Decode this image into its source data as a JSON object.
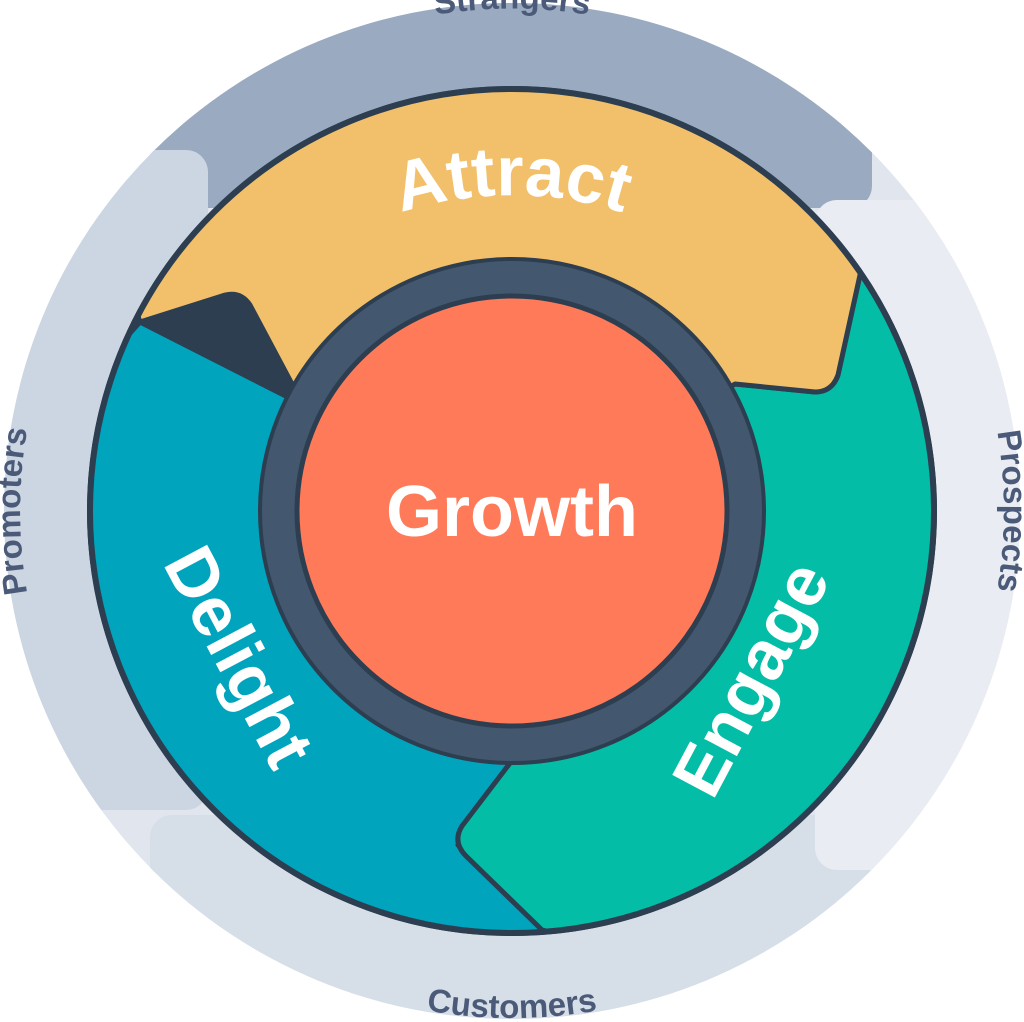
{
  "diagram": {
    "outer_labels": {
      "strangers": "Strangers",
      "prospects": "Prospects",
      "customers": "Customers",
      "promoters": "Promoters"
    },
    "stages": {
      "attract": "Attract",
      "engage": "Engage",
      "delight": "Delight"
    },
    "center": "Growth"
  },
  "colors": {
    "outer_ring": "#e1e6ee",
    "strangers_band": "#9aaac0",
    "light_band": "#ccd6e2",
    "attract": "#f2c06b",
    "engage": "#03bda6",
    "delight": "#01a4bd",
    "hub_ring": "#43576f",
    "growth": "#ff7a59",
    "outline": "#2d3e50",
    "outer_text": "#4a5a78"
  }
}
